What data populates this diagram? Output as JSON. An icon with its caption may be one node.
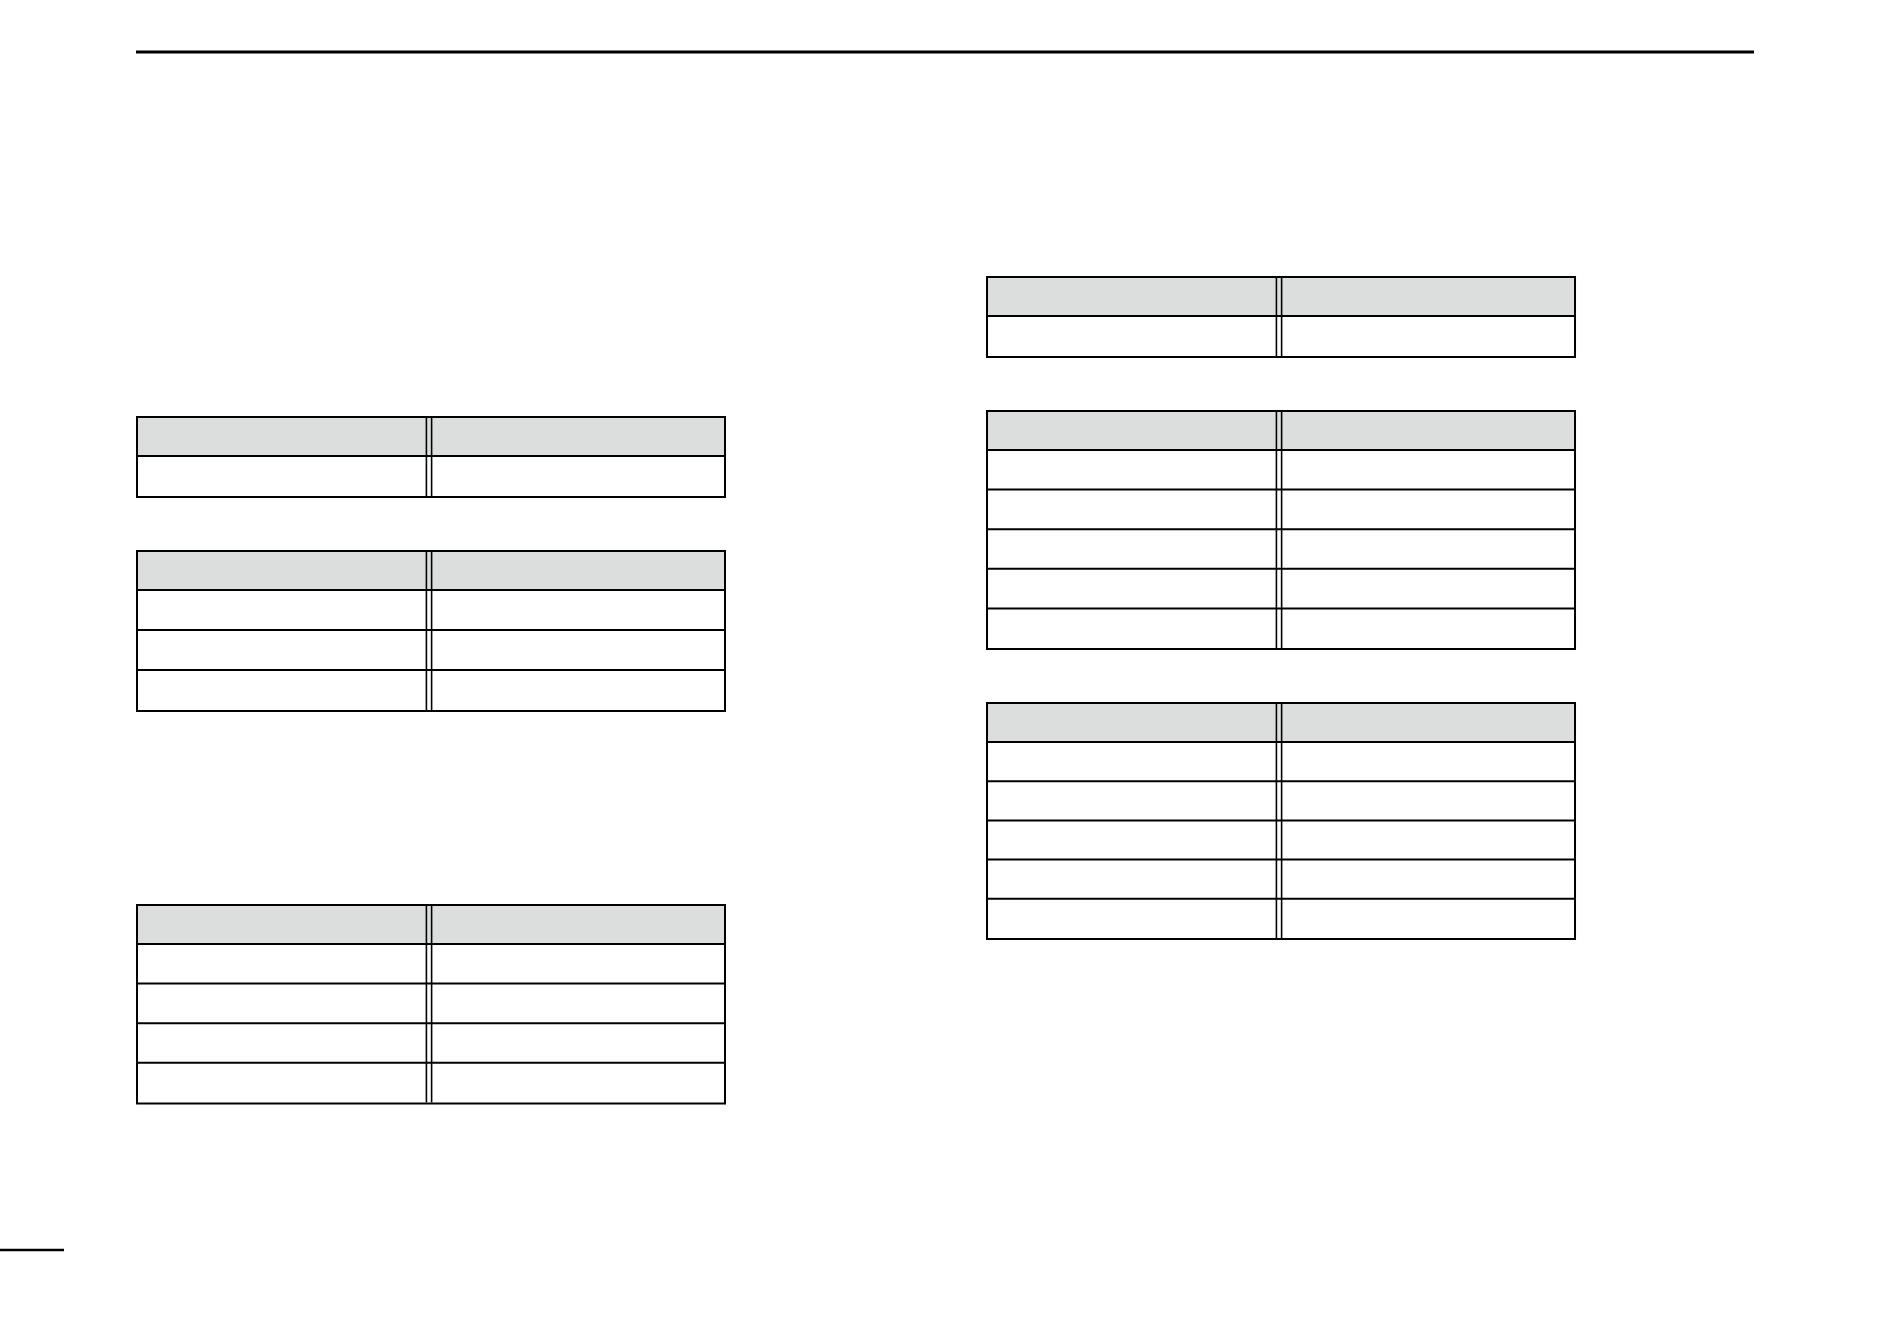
{
  "diagram": {
    "nodes": [
      {
        "text": [],
        "shape": "table"
      },
      {
        "text": [],
        "shape": "table"
      },
      {
        "text": [],
        "shape": "table"
      },
      {
        "text": [],
        "shape": "table"
      },
      {
        "text": [],
        "shape": "table"
      },
      {
        "text": [],
        "shape": "table"
      }
    ]
  }
}
